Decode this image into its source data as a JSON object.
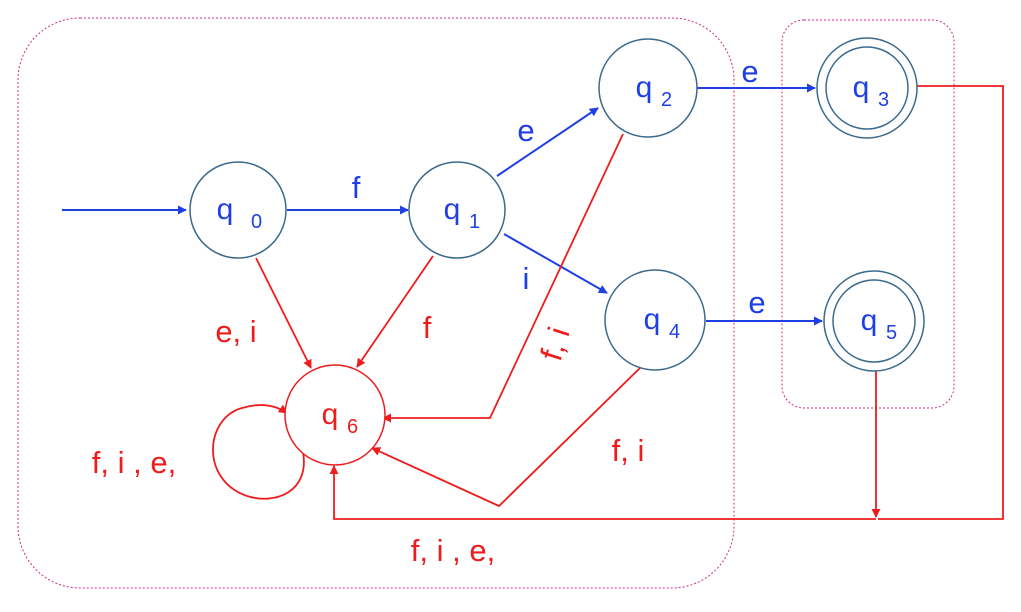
{
  "colors": {
    "accepting_path": "#1f3fe6",
    "reject_path": "#ee1c1c",
    "state_stroke": "#3a6a8c",
    "region_border": "#cc2d88"
  },
  "states": {
    "q0": {
      "letter": "q",
      "sub": "0"
    },
    "q1": {
      "letter": "q",
      "sub": "1"
    },
    "q2": {
      "letter": "q",
      "sub": "2"
    },
    "q3": {
      "letter": "q",
      "sub": "3"
    },
    "q4": {
      "letter": "q",
      "sub": "4"
    },
    "q5": {
      "letter": "q",
      "sub": "5"
    },
    "q6": {
      "letter": "q",
      "sub": "6"
    }
  },
  "transitions": {
    "q0_q1": "f",
    "q1_q2": "e",
    "q1_q4": "i",
    "q2_q3": "e",
    "q4_q5": "e",
    "q0_q6": "e, i",
    "q1_q6": "f",
    "q2_q6": "f, i",
    "q4_q6": "f, i",
    "q6_self": "f, i , e,",
    "final_q6": "f, i , e,"
  }
}
